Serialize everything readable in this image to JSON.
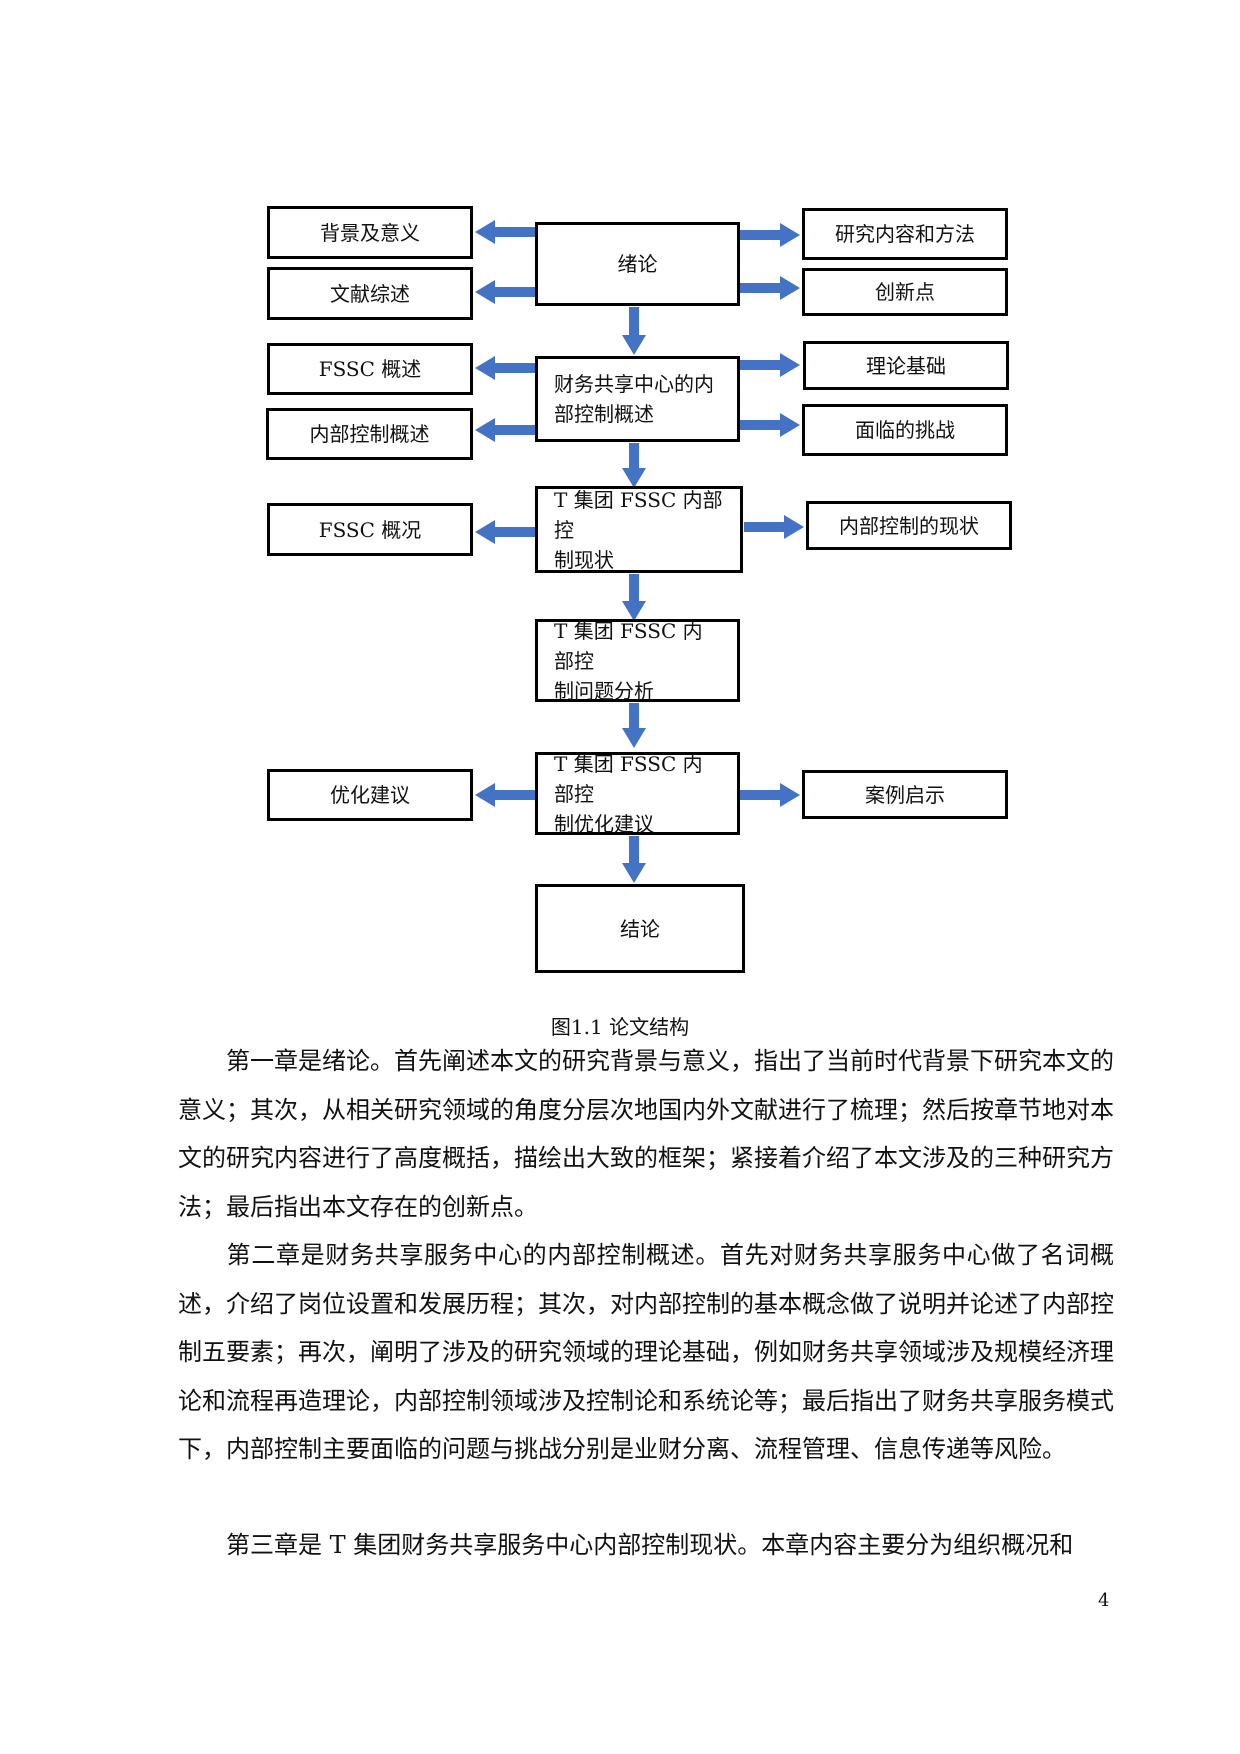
{
  "diagram": {
    "nodes": {
      "intro": "绪论",
      "background": "背景及意义",
      "literature": "文献综述",
      "content_methods": "研究内容和方法",
      "innovation": "创新点",
      "ch2_line1": "财务共享中心的内",
      "ch2_line2": "部控制概述",
      "fssc_overview": "FSSC 概述",
      "ic_overview": "内部控制概述",
      "theory": "理论基础",
      "challenges": "面临的挑战",
      "ch3_line1": "T 集团 FSSC 内部控",
      "ch3_line2": "制现状",
      "fssc_profile": "FSSC 概况",
      "ic_status": "内部控制的现状",
      "ch4_line1": "T 集团 FSSC 内部控",
      "ch4_line2": "制问题分析",
      "ch5_line1": "T 集团 FSSC 内部控",
      "ch5_line2": "制优化建议",
      "suggestions": "优化建议",
      "case_insights": "案例启示",
      "conclusion": "结论"
    },
    "arrow_color": "#4472c4"
  },
  "caption": "图1.1 论文结构",
  "paragraphs": [
    "第一章是绪论。首先阐述本文的研究背景与意义，指出了当前时代背景下研究本文的意义；其次，从相关研究领域的角度分层次地国内外文献进行了梳理；然后按章节地对本文的研究内容进行了高度概括，描绘出大致的框架；紧接着介绍了本文涉及的三种研究方法；最后指出本文存在的创新点。",
    "第二章是财务共享服务中心的内部控制概述。首先对财务共享服务中心做了名词概述，介绍了岗位设置和发展历程；其次，对内部控制的基本概念做了说明并论述了内部控制五要素；再次，阐明了涉及的研究领域的理论基础，例如财务共享领域涉及规模经济理论和流程再造理论，内部控制领域涉及控制论和系统论等；最后指出了财务共享服务模式下，内部控制主要面临的问题与挑战分别是业财分离、流程管理、信息传递等风险。",
    "第三章是 T 集团财务共享服务中心内部控制现状。本章内容主要分为组织概况和"
  ],
  "page_number": "4"
}
